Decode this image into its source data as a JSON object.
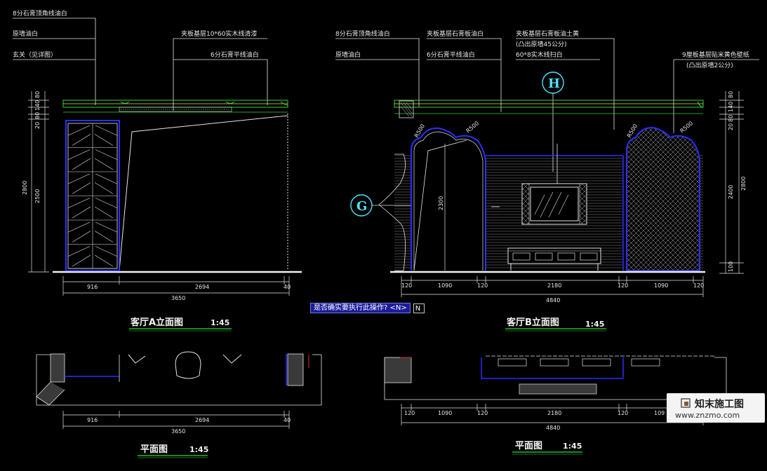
{
  "elevation_a": {
    "labels": [
      "8分石膏顶角线油白",
      "原墙油白",
      "玄关（见详图）",
      "夹板基层10*60实木线清漆",
      "6分石膏平线油白"
    ],
    "dims_top": [
      "916",
      "2694",
      "40"
    ],
    "dim_total": "3650",
    "vdims": [
      "80",
      "140",
      "80",
      "20",
      "2500",
      "2800"
    ],
    "title": "客厅A立面图",
    "scale": "1:45"
  },
  "elevation_b": {
    "labels": [
      "8分石膏顶角线油白",
      "原墙油白",
      "夹板基层石膏板油白",
      "6分石膏平线油白",
      "夹板基层石膏板油土黄",
      "(凸出原墙45公分)",
      "60*8实木线扫白",
      "9厘板基层贴米黄色壁纸",
      "(凸出原墙2公分)"
    ],
    "bubbles": [
      "H",
      "G"
    ],
    "arch_radius": [
      "R500",
      "R500",
      "R500",
      "R500"
    ],
    "height_note": "2300",
    "dims_top": [
      "120",
      "1090",
      "120",
      "2180",
      "120",
      "1090",
      "120"
    ],
    "dim_total": "4840",
    "vdims": [
      "80",
      "140",
      "80",
      "20",
      "2400",
      "2800",
      "100"
    ],
    "title": "客厅B立面图",
    "scale": "1:45"
  },
  "plan_a": {
    "dims": [
      "916",
      "2694",
      "40"
    ],
    "dim_total": "3650",
    "title": "平面图",
    "scale": "1:45"
  },
  "plan_b": {
    "dims": [
      "120",
      "1090",
      "120",
      "2180",
      "120",
      "109"
    ],
    "dim_total": "4840",
    "title": "平面图",
    "scale": "1:45"
  },
  "command_prompt": {
    "text": "是否确实要执行此操作? <N>",
    "value": "N"
  },
  "watermark": {
    "title": "知末施工图",
    "url": "www.znzmo.com"
  },
  "colors": {
    "background": "#000000",
    "line_white": "#e6e6e6",
    "line_blue": "#2d2dff",
    "line_cyan": "#35e0ff",
    "line_green": "#36d636",
    "line_yellow": "#e8e84a",
    "line_red": "#e03030",
    "line_gray": "#8a8a8a"
  }
}
